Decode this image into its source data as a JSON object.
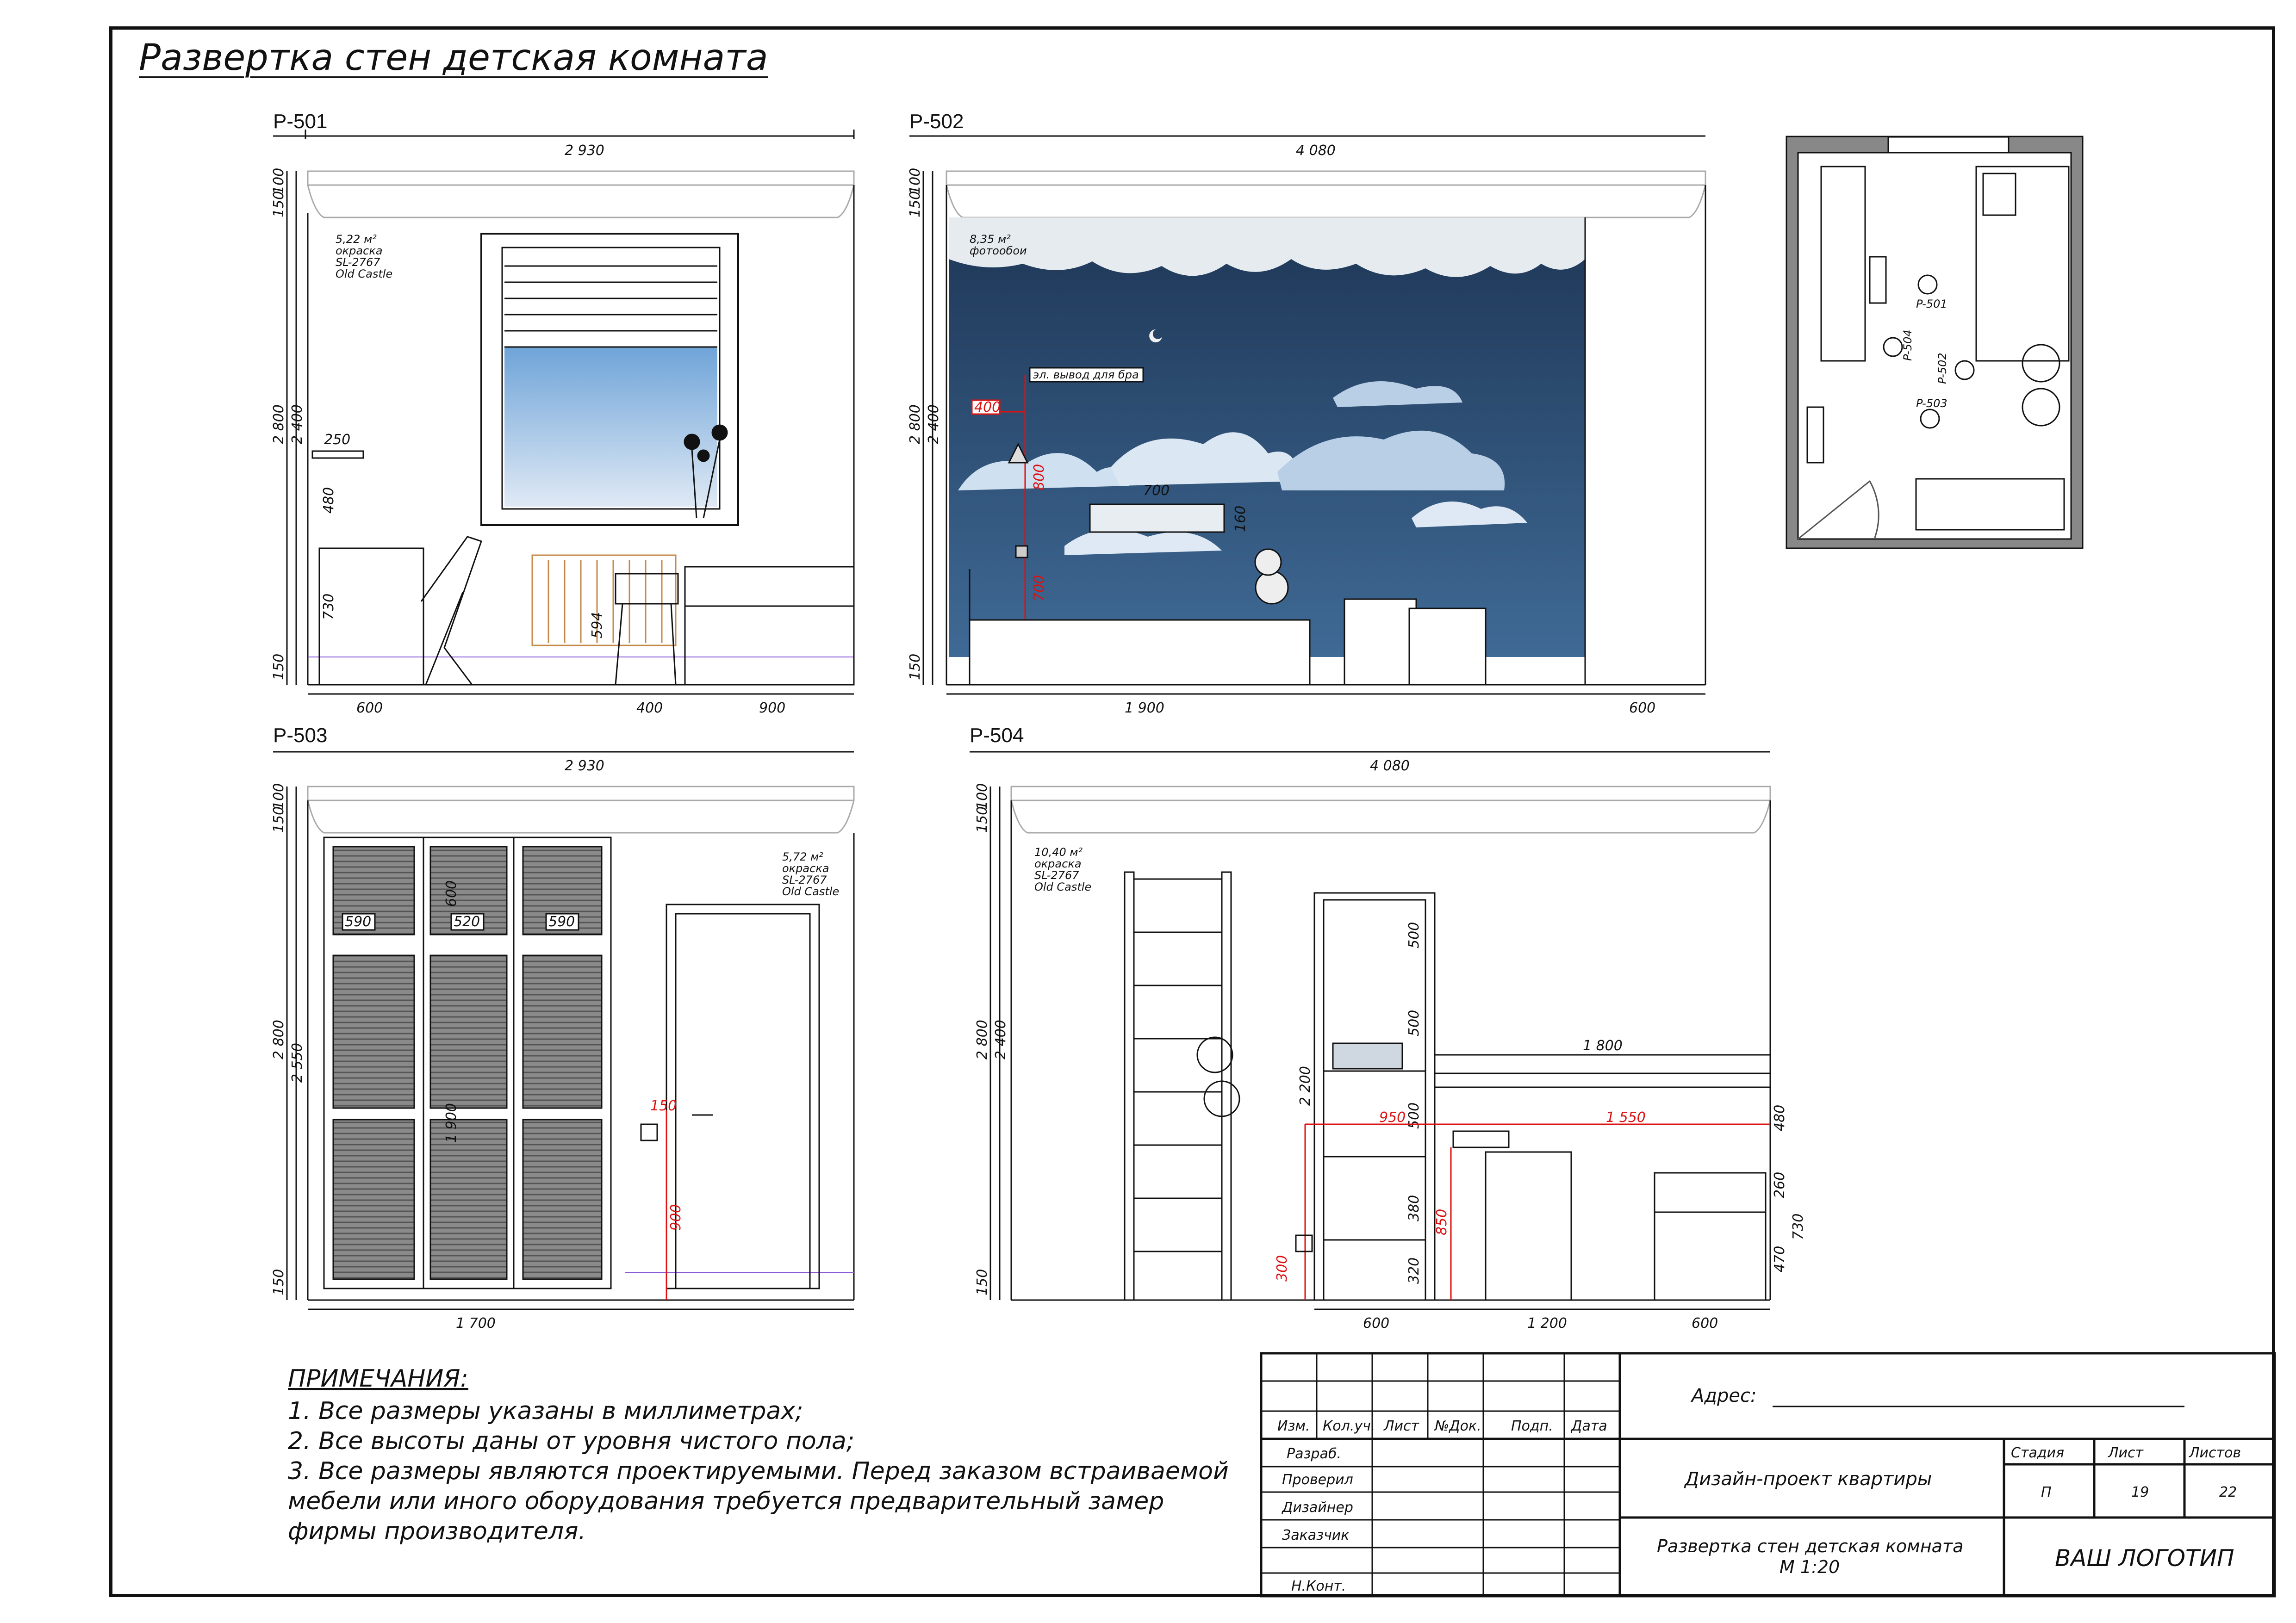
{
  "sheet_title": "Развертка стен детская комната",
  "views": {
    "p501": {
      "label": "P-501",
      "width": "2 930",
      "h100": "100",
      "h150": "150",
      "h2800": "2 800",
      "h2400": "2 400",
      "h150b": "150",
      "area": "5,22 м²",
      "finish1": "окраска",
      "finish2": "SL-2767",
      "finish3": "Old Castle",
      "d250": "250",
      "d480": "480",
      "d730": "730",
      "d594": "594",
      "w600": "600",
      "w400": "400",
      "w900": "900"
    },
    "p502": {
      "label": "P-502",
      "width": "4 080",
      "h100": "100",
      "h150": "150",
      "h2800": "2 800",
      "h2400": "2 400",
      "h150b": "150",
      "area": "8,35 м²",
      "finish1": "фотообои",
      "note": "эл. вывод для бра",
      "d400": "400",
      "d800": "800",
      "d700a": "700",
      "d700b": "700",
      "d160": "160",
      "w1900": "1 900",
      "w600": "600"
    },
    "p503": {
      "label": "P-503",
      "width": "2 930",
      "h100": "100",
      "h150": "150",
      "h2800": "2 800",
      "h2550": "2 550",
      "h150b": "150",
      "area": "5,72 м²",
      "finish1": "окраска",
      "finish2": "SL-2767",
      "finish3": "Old Castle",
      "d590a": "590",
      "d520": "520",
      "d590b": "590",
      "d600": "600",
      "d1900": "1 900",
      "d150": "150",
      "d900": "900",
      "w1700": "1 700"
    },
    "p504": {
      "label": "P-504",
      "width": "4 080",
      "h100": "100",
      "h150": "150",
      "h2800": "2 800",
      "h2400": "2 400",
      "h150b": "150",
      "area": "10,40 м²",
      "finish1": "окраска",
      "finish2": "SL-2767",
      "finish3": "Old Castle",
      "d500a": "500",
      "d500b": "500",
      "d500c": "500",
      "d380": "380",
      "d320": "320",
      "d2200": "2 200",
      "d1800": "1 800",
      "d950": "950",
      "d1550": "1 550",
      "d850": "850",
      "d300": "300",
      "d480": "480",
      "d260": "260",
      "d470": "470",
      "d730": "730",
      "w600a": "600",
      "w1200": "1 200",
      "w600b": "600"
    }
  },
  "plan": {
    "m501": "P-501",
    "m502": "P-502",
    "m503": "P-503",
    "m504": "P-504"
  },
  "notes": {
    "heading": "ПРИМЕЧАНИЯ:",
    "items": [
      "1. Все размеры указаны в миллиметрах;",
      "2. Все высоты даны от уровня чистого пола;",
      "3. Все размеры являются проектируемыми. Перед заказом встраиваемой",
      "мебели или иного оборудования требуется предварительный замер",
      "фирмы производителя."
    ]
  },
  "title_block": {
    "cols": [
      "Изм.",
      "Кол.уч.",
      "Лист",
      "№Док.",
      "Подп.",
      "Дата"
    ],
    "rows": [
      "Разраб.",
      "Проверил",
      "Дизайнер",
      "Заказчик",
      "Н.Конт."
    ],
    "address_label": "Адрес:",
    "project": "Дизайн-проект квартиры",
    "stage_label": "Стадия",
    "sheet_label": "Лист",
    "sheets_label": "Листов",
    "stage": "П",
    "sheet": "19",
    "sheets": "22",
    "drawing_title": "Развертка стен детская комната",
    "scale": "М 1:20",
    "logo": "ВАШ ЛОГОТИП"
  },
  "colors": {
    "sky": "#2c4a6e",
    "dim_red": "#dd1111",
    "floor_purple": "#8a5ad8"
  }
}
